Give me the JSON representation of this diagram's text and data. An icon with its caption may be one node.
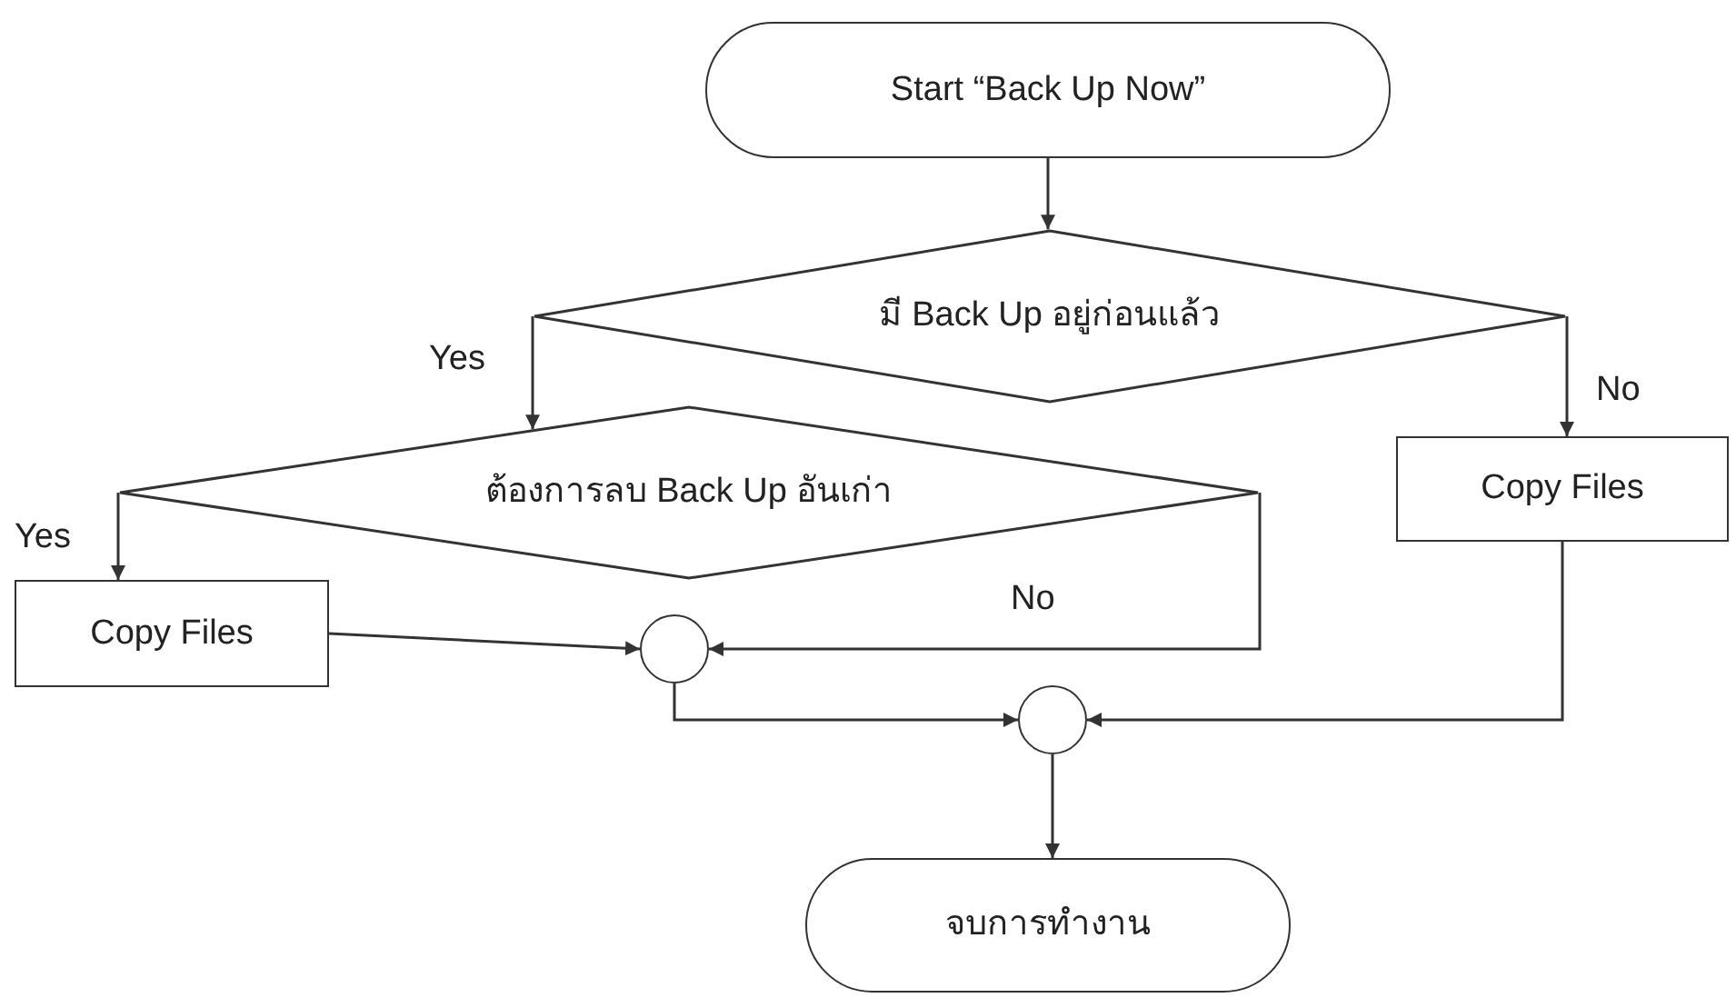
{
  "diagram": {
    "nodes": [
      {
        "text": [
          "Start “Back Up Now”"
        ]
      },
      {
        "text": [
          "มี Back Up อยู่ก่อนแล้ว"
        ]
      },
      {
        "text": [
          "ต้องการลบ Back Up อันเก่า"
        ]
      },
      {
        "text": [
          "Copy Files"
        ]
      },
      {
        "text": [
          "Copy Files"
        ]
      },
      {
        "text": [],
        "shape": "circle"
      },
      {
        "text": [],
        "shape": "circle"
      },
      {
        "text": [
          "จบการทำงาน"
        ]
      }
    ],
    "edges": [
      {
        "from": 0,
        "to": 1,
        "arrow": "to"
      },
      {
        "from": 1,
        "to": 2,
        "arrow": "to",
        "label": "Yes"
      },
      {
        "from": 1,
        "to": 3,
        "arrow": "to",
        "label": "No"
      },
      {
        "from": 2,
        "to": 4,
        "arrow": "to",
        "label": "Yes"
      },
      {
        "from": 2,
        "to": 5,
        "arrow": "to",
        "label": "No"
      },
      {
        "from": 4,
        "to": 5,
        "arrow": "to"
      },
      {
        "from": 5,
        "to": 6,
        "arrow": "to"
      },
      {
        "from": 3,
        "to": 6,
        "arrow": "to"
      },
      {
        "from": 6,
        "to": 7,
        "arrow": "to"
      }
    ]
  }
}
